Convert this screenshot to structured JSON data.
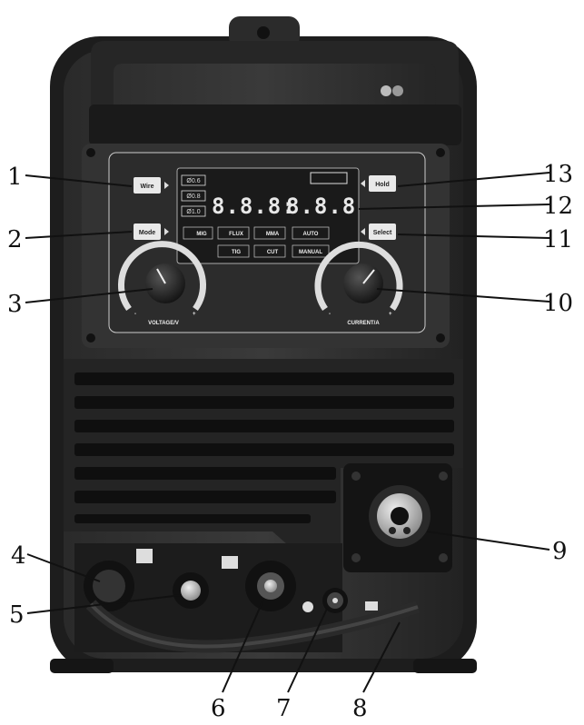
{
  "callouts": [
    "1",
    "2",
    "3",
    "4",
    "5",
    "6",
    "7",
    "8",
    "9",
    "10",
    "11",
    "12",
    "13"
  ],
  "panel": {
    "buttons": {
      "wire": "Wire",
      "mode": "Mode",
      "select": "Select",
      "top_right": "Hold"
    },
    "wire_sizes": [
      "Ø0.6",
      "Ø0.8",
      "Ø1.0"
    ],
    "display": {
      "voltage": "8.8.8:",
      "current": "8.8.8"
    },
    "modes": [
      "MIG",
      "FLUX",
      "MMA",
      "TIG",
      "CUT"
    ],
    "auto": "AUTO",
    "manual": "MANUAL",
    "voltage_label": "VOLTAGE/V",
    "current_label": "CURRENT/A",
    "minus": "-",
    "plus": "+"
  }
}
